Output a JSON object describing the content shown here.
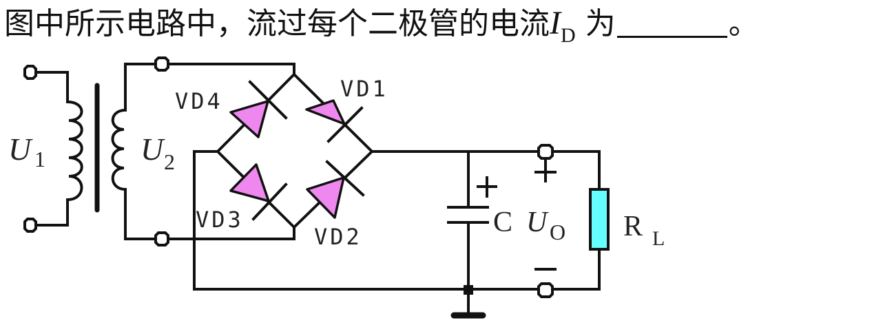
{
  "question": {
    "prefix": "图中所示电路中，流过每个二极管的电流",
    "variable": "I",
    "variable_subscript": "D",
    "suffix_before_blank": "为",
    "end_punctuation": "。"
  },
  "circuit": {
    "transformer": {
      "primary_label": "U",
      "primary_subscript": "1",
      "secondary_label": "U",
      "secondary_subscript": "2"
    },
    "diodes": [
      {
        "id": "VD1",
        "label": "VD1"
      },
      {
        "id": "VD2",
        "label": "VD2"
      },
      {
        "id": "VD3",
        "label": "VD3"
      },
      {
        "id": "VD4",
        "label": "VD4"
      }
    ],
    "capacitor": {
      "label": "C",
      "polarity_plus": "+"
    },
    "output": {
      "label": "U",
      "subscript": "O",
      "plus": "+",
      "minus": "−"
    },
    "load": {
      "label": "R",
      "subscript": "L"
    },
    "colors": {
      "wire": "#111111",
      "diode_fill": "#ee88ee",
      "resistor_fill": "#66ffff"
    }
  }
}
